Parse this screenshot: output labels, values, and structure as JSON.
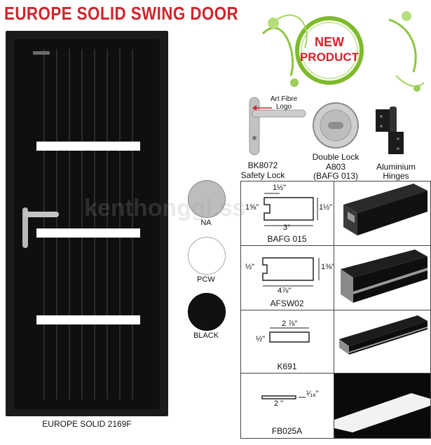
{
  "header": {
    "title": "EUROPE SOLID SWING DOOR"
  },
  "badge": {
    "line1": "NEW",
    "line2": "PRODUCT",
    "accent": "#d2232a",
    "ring": "#7dbb2a"
  },
  "door": {
    "label": "EUROPE SOLID 2169F",
    "color": "#111111"
  },
  "lock": {
    "callout": "Art Fibre Logo",
    "name_line1": "BK8072",
    "name_line2": "Safety Lock"
  },
  "double_lock": {
    "line1": "Double Lock",
    "line2": "A803",
    "line3": "(BAFG 013)"
  },
  "hinges": {
    "line1": "Aluminium",
    "line2": "Hinges"
  },
  "colors": [
    {
      "label": "NA",
      "hex": "#bdbdbd"
    },
    {
      "label": "PCW",
      "hex": "#ffffff"
    },
    {
      "label": "BLACK",
      "hex": "#111111"
    }
  ],
  "profiles": [
    {
      "code": "BAFG 015",
      "dims": [
        "1½\"",
        "1⅝\"",
        "1½\"",
        "3\""
      ]
    },
    {
      "code": "AFSW02",
      "dims": [
        "½\"",
        "1⅜\"",
        "4⅞\""
      ]
    },
    {
      "code": "K691",
      "dims": [
        "2 ⅞\"",
        "½\""
      ]
    },
    {
      "code": "FB025A",
      "dims": [
        "2 \"",
        "¹⁄₁₆\""
      ]
    }
  ],
  "watermark": "kenthonggl.ss"
}
